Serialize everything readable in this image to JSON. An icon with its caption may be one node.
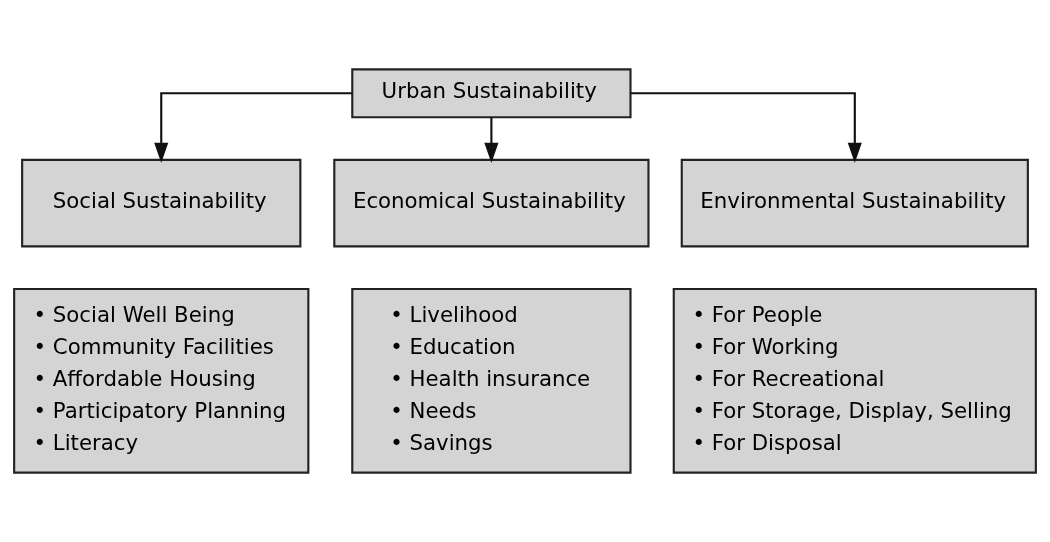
{
  "diagram": {
    "nodes": [
      {
        "text": [
          "Urban Sustainability"
        ]
      },
      {
        "text": [
          "Social Sustainability"
        ]
      },
      {
        "text": [
          "Economical Sustainability"
        ]
      },
      {
        "text": [
          "Environmental Sustainability"
        ]
      },
      {
        "text": [
          "• Social Well Being",
          "• Community Facilities",
          "• Affordable Housing",
          "• Participatory Planning",
          "• Literacy"
        ]
      },
      {
        "text": [
          "• Livelihood",
          "• Education",
          "• Health insurance",
          "• Needs",
          "• Savings"
        ]
      },
      {
        "text": [
          "• For People",
          "• For Working",
          "• For Recreational",
          "• For Storage, Display, Selling",
          "• For Disposal"
        ]
      }
    ],
    "edges": [
      {
        "from": 0,
        "to": 1,
        "arrow": "to"
      },
      {
        "from": 0,
        "to": 2,
        "arrow": "to"
      },
      {
        "from": 0,
        "to": 3,
        "arrow": "to"
      }
    ]
  }
}
